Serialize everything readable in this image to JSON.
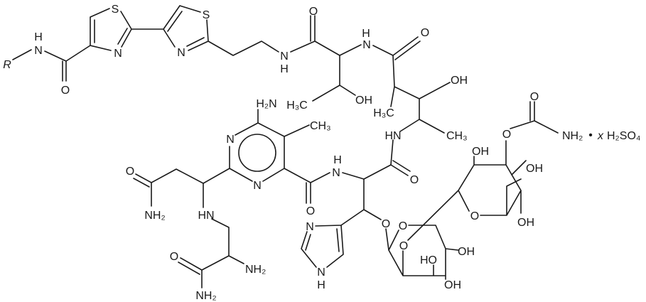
{
  "title": "Bleomycin sulfate structure",
  "labels": {
    "r": "R",
    "amide1_h": "H",
    "amide1_n": "N",
    "amide1_o": "O",
    "thz1_s": "S",
    "thz1_n": "N",
    "thz2_s": "S",
    "thz2_n": "N",
    "amide2_n": "N",
    "amide2_h": "H",
    "amide2_o": "O",
    "amide3_h": "H",
    "amide3_n": "N",
    "amide3_o": "O",
    "thr_oh": "OH",
    "thr_ch3": "H₃C",
    "val_oh": "OH",
    "val_me": "H₃C",
    "val_ch3": "CH₃",
    "val_hn": "HN",
    "carb_o_ester": "O",
    "carb_o": "O",
    "carb_nh2": "NH₂",
    "salt_dot": "•",
    "salt_x": "x",
    "salt_acid": "H₂SO₄",
    "pyr_nh2": "H₂N",
    "pyr_ch3": "CH₃",
    "pyr_n1": "N",
    "pyr_n2": "N",
    "amide4_o": "O",
    "amide4_h": "H",
    "amide4_n": "N",
    "amide5_o": "O",
    "hist_hn": "HN",
    "ether_o": "O",
    "imid_n3": "N",
    "imid_n1": "N",
    "imid_h": "H",
    "asn_o": "O",
    "asn_nh2": "NH₂",
    "asn_hn": "HN",
    "dap_o": "O",
    "dap_nh2": "NH₂",
    "dap_amide_nh2": "NH₂",
    "sug1_o1": "O",
    "sug1_o2": "O",
    "sug1_ho": "HO",
    "sug1_oh1": "OH",
    "sug1_oh2": "OH",
    "sug2_oh1": "OH",
    "sug2_oh2": "OH",
    "sug2_o": "O",
    "sug2_oh3": "OH"
  }
}
